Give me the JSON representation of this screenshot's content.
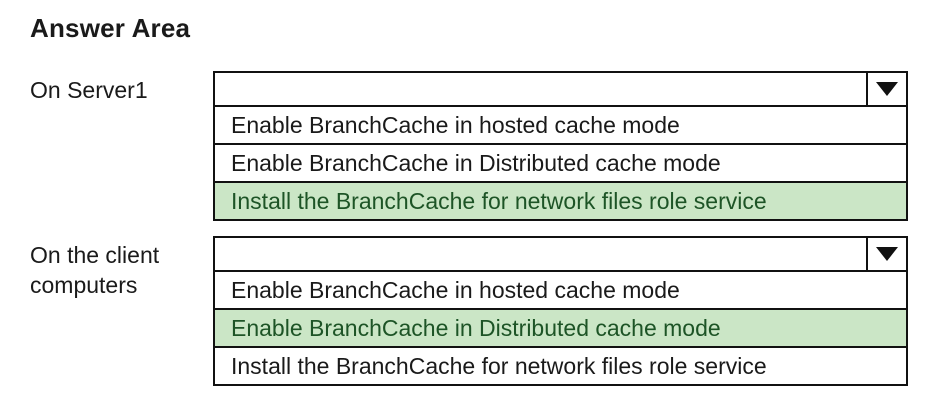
{
  "title": "Answer Area",
  "colors": {
    "highlight_background": "#cbe6c6",
    "highlight_text": "#1d5426",
    "border": "#111111"
  },
  "questions": [
    {
      "label": "On Server1",
      "selected_value": "",
      "dropdown_icon": "caret-down-icon",
      "options": [
        {
          "label": "Enable BranchCache in hosted cache mode",
          "highlighted": false
        },
        {
          "label": "Enable BranchCache in Distributed cache mode",
          "highlighted": false
        },
        {
          "label": "Install the BranchCache for network files role service",
          "highlighted": true
        }
      ]
    },
    {
      "label": "On the client computers",
      "selected_value": "",
      "dropdown_icon": "caret-down-icon",
      "options": [
        {
          "label": "Enable BranchCache in hosted cache mode",
          "highlighted": false
        },
        {
          "label": "Enable BranchCache in Distributed cache mode",
          "highlighted": true
        },
        {
          "label": "Install the BranchCache for network files role service",
          "highlighted": false
        }
      ]
    }
  ]
}
